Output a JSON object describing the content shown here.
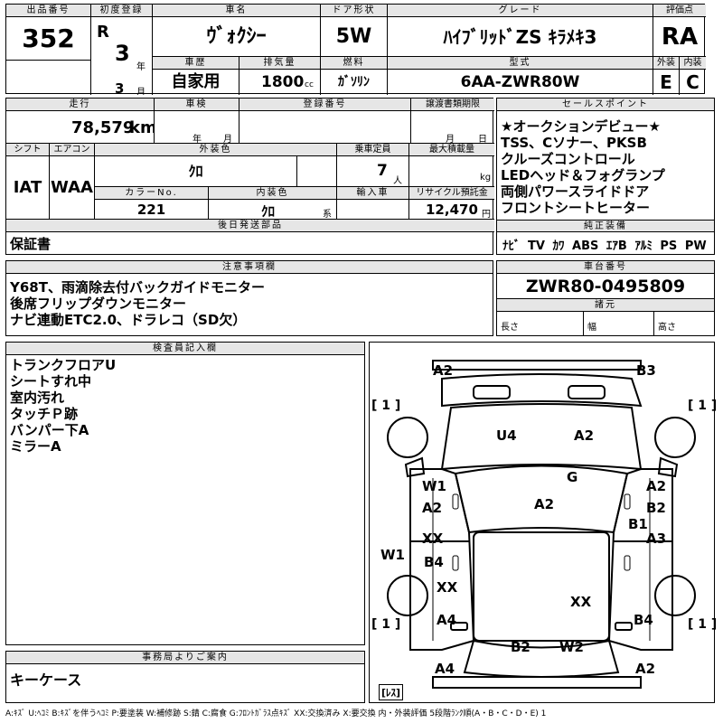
{
  "top": {
    "lot_no_label": "出品番号",
    "lot_no": "352",
    "first_reg_label": "初度登録",
    "era": "R",
    "year": "3",
    "year_unit": "年",
    "month": "3",
    "month_unit": "月",
    "name_label": "車名",
    "name": "ｳﾞｫｸｼｰ",
    "door_label": "ドア形状",
    "door": "5W",
    "grade_label": "グレード",
    "grade": "ﾊｲﾌﾞﾘｯﾄﾞZS ｷﾗﾒｷ3",
    "score_label": "評価点",
    "score": "RA",
    "ext_label": "外装",
    "ext": "E",
    "int_label": "内装",
    "int": "C",
    "history_label": "車歴",
    "history": "自家用",
    "displacement_label": "排気量",
    "displacement": "1800",
    "cc": "cc",
    "fuel_label": "燃料",
    "fuel": "ｶﾞｿﾘﾝ",
    "model_label": "型式",
    "model": "6AA-ZWR80W"
  },
  "mid": {
    "mileage_label": "走行",
    "mileage": "78,579",
    "km": "km",
    "inspection_label": "車検",
    "insp_year": "年",
    "insp_month": "月",
    "reg_no_label": "登録番号",
    "transfer_label": "譲渡書類期限",
    "transfer_month": "月",
    "transfer_day": "日",
    "shift_label": "シフト",
    "shift": "IAT",
    "ac_label": "エアコン",
    "ac": "WAA",
    "ext_color_label": "外装色",
    "ext_color": "ｸﾛ",
    "capacity_label": "乗車定員",
    "capacity": "7",
    "person": "人",
    "max_load_label": "最大積載量",
    "kg": "kg",
    "color_no_label": "カラーNo.",
    "color_no": "221",
    "int_color_label": "内装色",
    "int_color": "ｸﾛ",
    "series": "系",
    "import_label": "輸入車",
    "recycle_label": "リサイクル預託金",
    "recycle": "12,470",
    "yen": "円",
    "later_label": "後日発送部品",
    "later": "保証書"
  },
  "sales": {
    "label": "セールスポイント",
    "lines": [
      "★オークションデビュー★",
      "TSS、Cソナー、PKSB",
      "クルーズコントロール",
      "LEDヘッド＆フォグランプ",
      "両側パワースライドドア",
      "フロントシートヒーター"
    ]
  },
  "equip": {
    "label": "純正装備",
    "items": [
      "ﾅﾋﾞ",
      "TV",
      "ｶﾜ",
      "ABS",
      "ｴｱB",
      "ｱﾙﾐ",
      "PS",
      "PW"
    ]
  },
  "notes": {
    "label": "注意事項欄",
    "lines": [
      "Y68T、雨滴除去付バックガイドモニター",
      "後席フリップダウンモニター",
      "ナビ連動ETC2.0、ドラレコ（SD欠）"
    ]
  },
  "chassis": {
    "label": "車台番号",
    "value": "ZWR80-0495809",
    "spec_label": "諸元",
    "length": "長さ",
    "width": "幅",
    "height": "高さ"
  },
  "inspector": {
    "label": "検査員記入欄",
    "lines": [
      "トランクフロアU",
      "シートすれ中",
      "室内汚れ",
      "タッチＰ跡",
      "バンパー下A",
      "ミラーA"
    ]
  },
  "office": {
    "label": "事務局よりご案内",
    "text": "キーケース"
  },
  "diagram": {
    "marks": [
      "A2",
      "B3",
      "U4",
      "A2",
      "G",
      "W1",
      "A2",
      "A2",
      "A2",
      "B2",
      "B1",
      "XX",
      "A3",
      "W1",
      "B4",
      "XX",
      "XX",
      "A4",
      "B4",
      "B2",
      "W2",
      "A4",
      "A2"
    ],
    "brackets": [
      "[ 1 ]",
      "[ 1 ]",
      "[ 1 ]",
      "[ 1 ]",
      "[ﾚｽ]"
    ]
  },
  "legend": "A:ｷｽﾞ U:ﾍｺﾐ B:ｷｽﾞを伴うﾍｺﾐ P:要塗装 W:補修跡 S:錆 C:腐食 G:ﾌﾛﾝﾄｶﾞﾗｽ点ｷｽﾞ XX:交換済み X:要交換 内・外装評価 5段階ﾗﾝｸ順(A・B・C・D・E) 1"
}
